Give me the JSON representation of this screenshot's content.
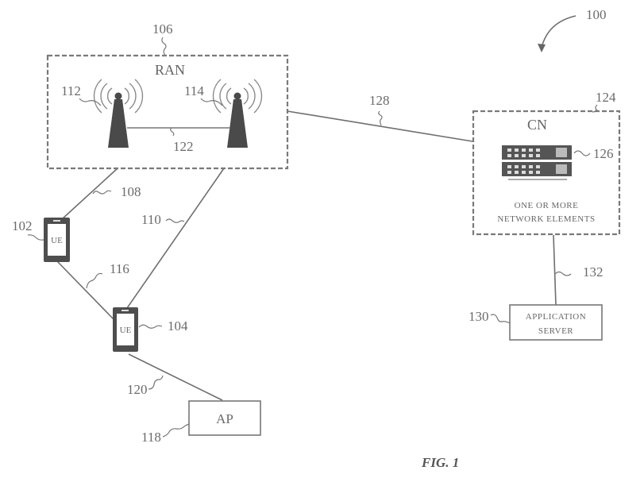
{
  "figure": {
    "caption": "FIG. 1",
    "reference": "100"
  },
  "ran": {
    "title": "RAN",
    "ref": "106",
    "base_stations": [
      {
        "ref": "112"
      },
      {
        "ref": "114"
      }
    ],
    "backhaul_ref": "122"
  },
  "cn": {
    "title": "CN",
    "ref": "124",
    "network_elements_ref": "126",
    "network_elements_label_line1": "ONE OR MORE",
    "network_elements_label_line2": "NETWORK ELEMENTS"
  },
  "ues": [
    {
      "label": "UE",
      "ref": "102"
    },
    {
      "label": "UE",
      "ref": "104"
    }
  ],
  "access_point": {
    "label": "AP",
    "ref": "118"
  },
  "app_server": {
    "label_line1": "APPLICATION",
    "label_line2": "SERVER",
    "ref": "130"
  },
  "links": {
    "ran_ue1": "108",
    "ran_ue2": "110",
    "ue1_ue2": "116",
    "ue2_ap": "120",
    "ran_cn": "128",
    "cn_server": "132"
  }
}
